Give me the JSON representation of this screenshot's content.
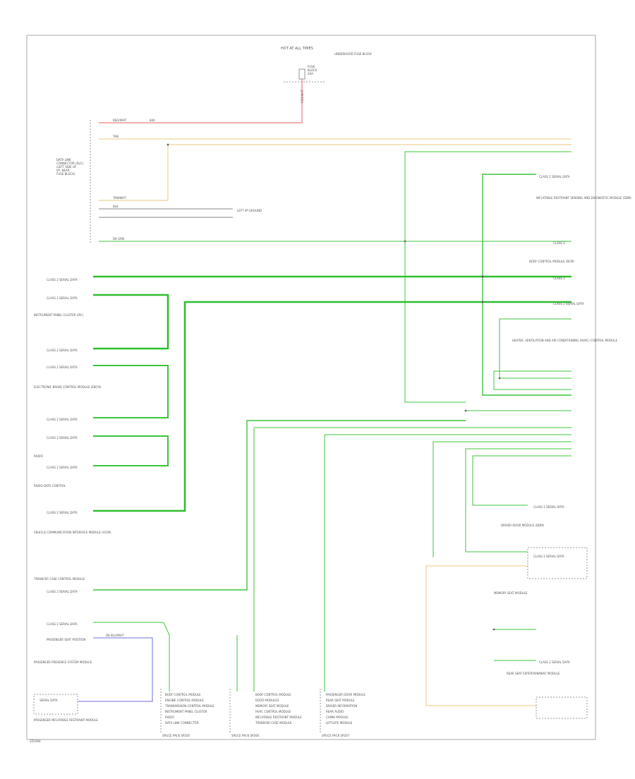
{
  "diagram": {
    "footer_code": "ZZ1904",
    "fuse_block": {
      "title": "HOT AT ALL TIMES",
      "fuse_label": "FUSE\nBLOCK\n20A",
      "note": "UNDERHOOD FUSE BLOCK"
    },
    "dlc": {
      "label": "DATA LINK\nCONNECTOR (DLC)\n(LEFT SIDE OF\nI/P, NEAR\nFUSE BLOCK)"
    },
    "wires": {
      "red": "RED/WHT",
      "tan": "TAN",
      "tan_wht": "TAN/WHT",
      "blk": "BLK",
      "grn": "DK GRN",
      "blu": "DK BLU/WHT"
    },
    "left_modules": [
      {
        "name": "INSTRUMENT PANEL CLUSTER (IPC)",
        "pins": [
          "CLASS 2 SERIAL DATA",
          "CLASS 2 SERIAL DATA"
        ]
      },
      {
        "name": "ELECTRONIC BRAKE CONTROL MODULE (EBCM)",
        "pins": [
          "CLASS 2 SERIAL DATA",
          "CLASS 2 SERIAL DATA"
        ]
      },
      {
        "name": "RADIO",
        "pins": [
          "CLASS 2 SERIAL DATA",
          "CLASS 2 SERIAL DATA"
        ]
      },
      {
        "name": "RADIO DATA CONTROL",
        "pins": [
          "CLASS 2 SERIAL DATA"
        ]
      },
      {
        "name": "VEHICLE COMMUNICATION INTERFACE MODULE (VCIM)",
        "pins": [
          "CLASS 2 SERIAL DATA"
        ]
      },
      {
        "name": "TRANSFER CASE CONTROL MODULE",
        "pins": [
          "CLASS 2 SERIAL DATA"
        ]
      },
      {
        "name": "PASSENGER PRESENCE SYSTEM MODULE",
        "pins": [
          "CLASS 2 SERIAL DATA",
          "PASSENGER SEAT POSITION"
        ]
      },
      {
        "name": "PASSENGER INFLATABLE RESTRAINT MODULE",
        "pins": [
          "SERIAL DATA"
        ]
      }
    ],
    "right_modules": [
      {
        "name": "INFLATABLE RESTRAINT SENSING AND DIAGNOSTIC MODULE (SDM)",
        "pins": [
          "CLASS 2 SERIAL DATA"
        ]
      },
      {
        "name": "BODY CONTROL MODULE (BCM)",
        "pins": [
          "CLASS 2",
          "CLASS 2"
        ]
      },
      {
        "name": "HEATER, VENTILATION AND AIR CONDITIONING (HVAC) CONTROL MODULE",
        "pins": [
          "CLASS 2 SERIAL DATA"
        ]
      },
      {
        "name": "DRIVER DOOR MODULE (DDM)",
        "pins": [
          "CLASS 2 SERIAL DATA"
        ]
      },
      {
        "name": "MEMORY SEAT MODULE",
        "pins": [
          "CLASS 2 SERIAL DATA"
        ]
      },
      {
        "name": "REAR SEAT ENTERTAINMENT MODULE",
        "pins": [
          "CLASS 2 SERIAL DATA"
        ]
      }
    ],
    "bottom_splices": [
      {
        "name": "SPLICE PACK SP205",
        "rows": [
          "BODY CONTROL MODULE",
          "ENGINE CONTROL MODULE",
          "TRANSMISSION CONTROL MODULE",
          "INSTRUMENT PANEL CLUSTER",
          "RADIO",
          "DATA LINK CONNECTOR"
        ]
      },
      {
        "name": "SPLICE PACK SP206",
        "rows": [
          "BODY CONTROL MODULE",
          "DOOR MODULES",
          "MEMORY SEAT MODULE",
          "HVAC CONTROL MODULE",
          "INFLATABLE RESTRAINT MODULE",
          "TRANSFER CASE MODULE"
        ]
      },
      {
        "name": "SPLICE PACK SP207",
        "rows": [
          "PASSENGER DOOR MODULE",
          "REAR SEAT MODULE",
          "DRIVER INFORMATION",
          "REAR AUDIO",
          "CHIME MODULE",
          "LIFTGATE MODULE"
        ]
      }
    ]
  }
}
